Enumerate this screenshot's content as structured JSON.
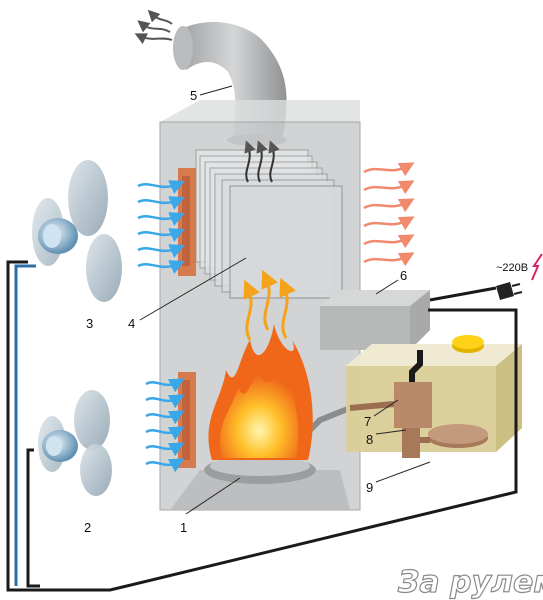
{
  "diagram": {
    "callouts": [
      "1",
      "2",
      "3",
      "4",
      "5",
      "6",
      "7",
      "8",
      "9"
    ],
    "power_label": "~220В",
    "brand_logo_text": "За рулем"
  },
  "colors": {
    "cold_air": "#3aa7e8",
    "hot_air": "#f08a6e",
    "flame": "#f7a21b",
    "housing": "#c9cbcc",
    "tank_fuel": "#d7c98e",
    "pump": "#b98a6a",
    "cable": "#1a1a1a"
  },
  "icons": [
    "fan-icon",
    "flame-icon",
    "power-plug-icon",
    "lightning-icon"
  ]
}
